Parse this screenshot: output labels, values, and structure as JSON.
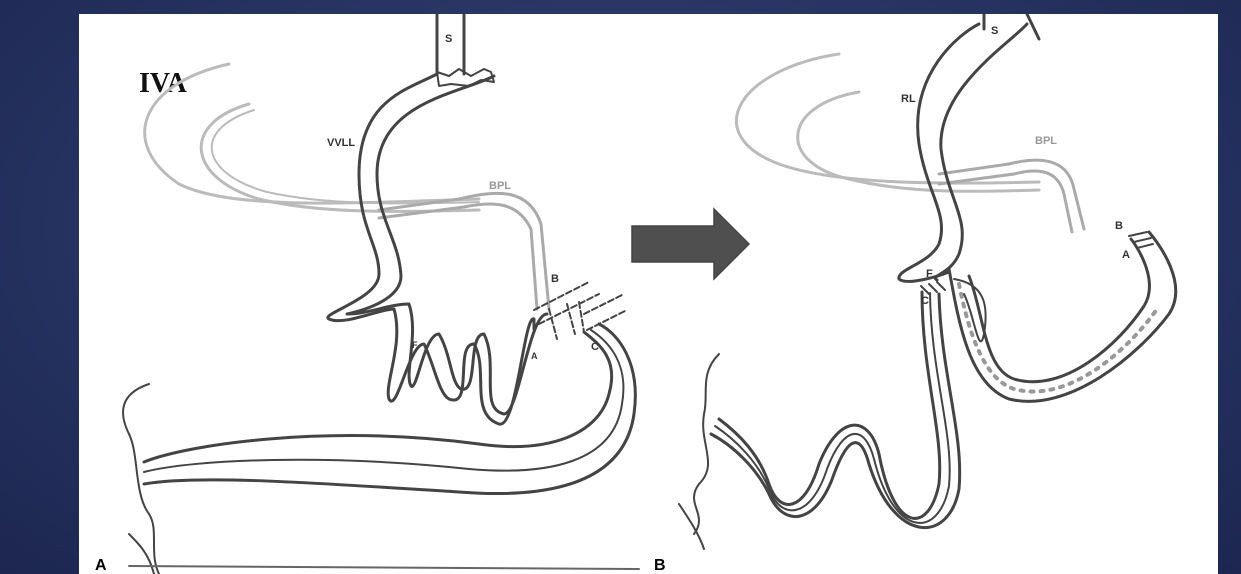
{
  "title": "IVA",
  "panel_a": {
    "letter": "A",
    "labels": {
      "s": "S",
      "vvll": "VVLL",
      "bpl": "BPL",
      "b": "B",
      "f": "F",
      "a": "A",
      "c": "C"
    }
  },
  "panel_b": {
    "letter": "B",
    "labels": {
      "s": "S",
      "rl": "RL",
      "bpl": "BPL",
      "b": "B",
      "a": "A",
      "f": "F",
      "c": "C"
    }
  },
  "colors": {
    "background": "#2a3766",
    "figure_bg": "#ffffff",
    "line_dark": "#444444",
    "line_light": "#aaaaaa",
    "arrow": "#4f4f4f"
  },
  "icons": {
    "transition_arrow": "right-arrow-icon"
  }
}
